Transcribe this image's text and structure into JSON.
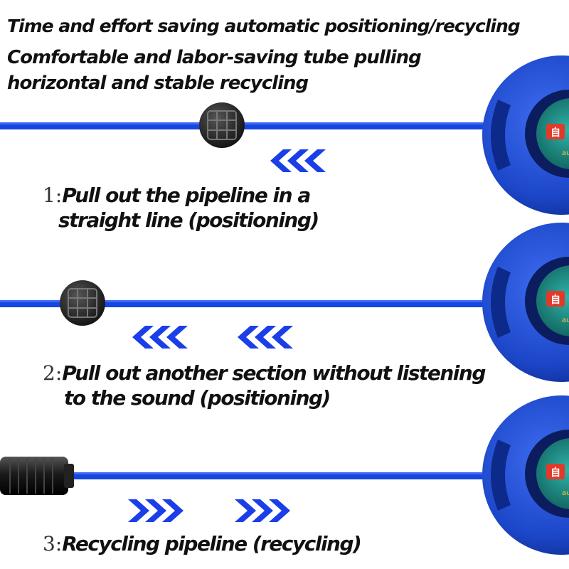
{
  "header": {
    "title": "Time and effort saving automatic positioning/recycling",
    "subtitle_line1": "Comfortable and labor-saving tube pulling",
    "subtitle_line2": "horizontal and stable recycling"
  },
  "steps": [
    {
      "number": "1:",
      "text_line1": "Pull out the pipeline in a",
      "text_line2": "straight line (positioning)",
      "arrow_direction": "left"
    },
    {
      "number": "2:",
      "text_line1": "Pull out another section without listening",
      "text_line2": "to the sound (positioning)",
      "arrow_direction": "left"
    },
    {
      "number": "3:",
      "text_line1": "Recycling pipeline (recycling)",
      "arrow_direction": "right"
    }
  ],
  "colors": {
    "hose": "#1546e0",
    "arrow": "#1a3fe8",
    "reel_body": "#1c46c8",
    "reel_dark": "#0d2a8a",
    "stopper": "#2a2a2a",
    "label_teal": "#1e8f8a"
  },
  "icons": {
    "reel": "hose-reel-icon",
    "stopper": "grid-stopper-ball-icon",
    "nozzle": "hose-end-connector-icon",
    "arrows_left": "triple-chevron-left-icon",
    "arrows_right": "triple-chevron-right-icon"
  }
}
